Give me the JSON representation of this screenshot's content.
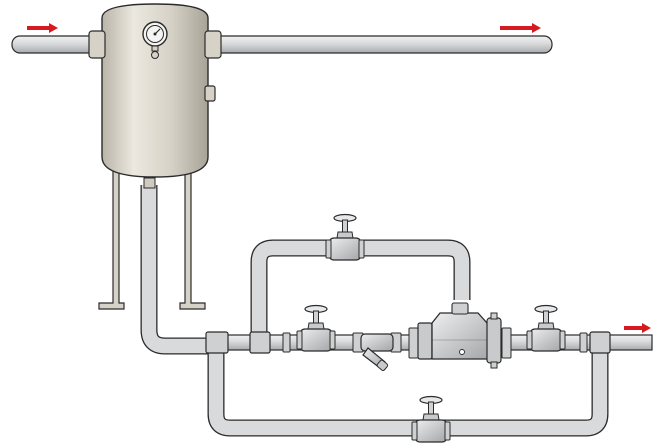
{
  "diagram": {
    "labels": [],
    "flow_arrows": [
      {
        "name": "inlet-flow-arrow",
        "direction": "right"
      },
      {
        "name": "outlet-flow-arrow",
        "direction": "right"
      },
      {
        "name": "drain-discharge-arrow",
        "direction": "right"
      }
    ],
    "components": [
      "steam-main",
      "separator-vessel",
      "pressure-gauge",
      "vessel-support-legs",
      "drain-leg",
      "bypass-loop-upper",
      "bypass-loop-lower",
      "isolation-valves",
      "y-strainer",
      "float-steam-trap",
      "unions"
    ]
  },
  "colors": {
    "pipe_fill": "#d9dadc",
    "pipe_stroke": "#2b2b2b",
    "vessel_fill": "#d8d4c9",
    "arrow": "#d61a1f"
  }
}
